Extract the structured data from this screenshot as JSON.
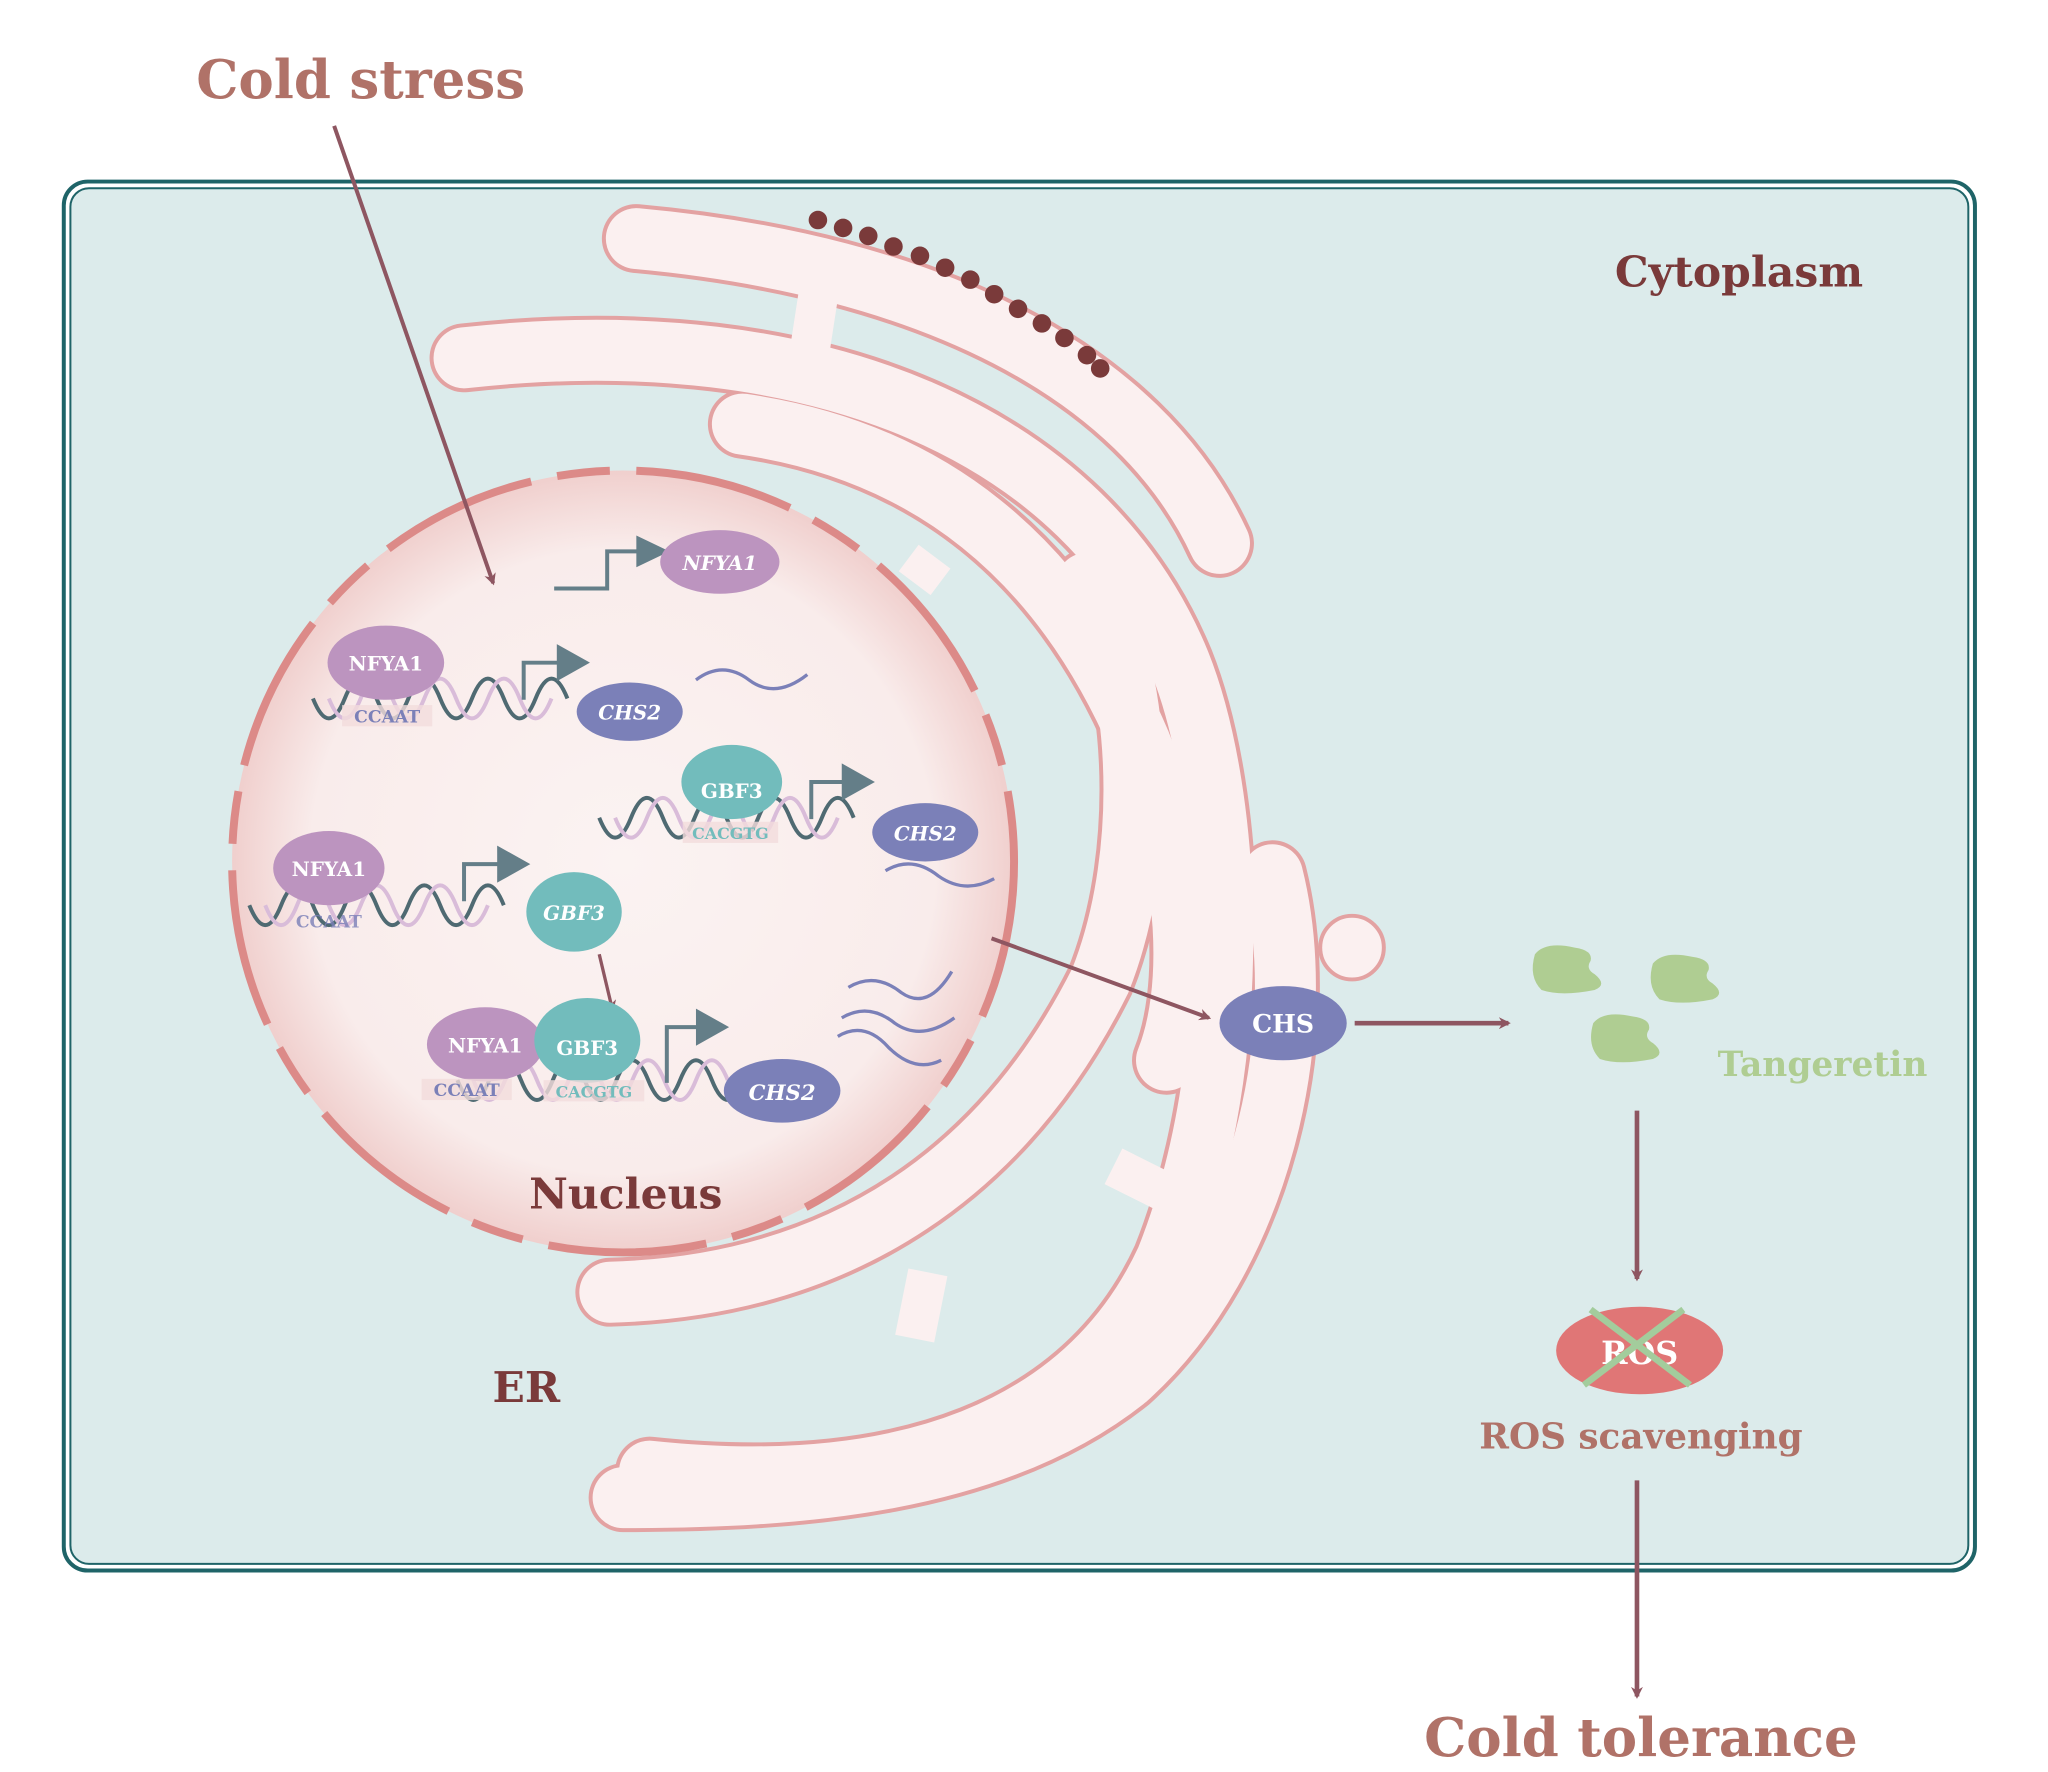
{
  "title_top": "Cold stress",
  "title_bottom": "Cold tolerance",
  "compartments": {
    "cytoplasm": "Cytoplasm",
    "nucleus": "Nucleus",
    "er": "ER"
  },
  "nucleus_events": {
    "gene_nfya1": "NFYA1",
    "row1": {
      "protein": "NFYA1",
      "motif": "CCAAT",
      "target": "CHS2"
    },
    "row2": {
      "protein": "GBF3",
      "motif": "CACGTG",
      "target": "CHS2"
    },
    "row3": {
      "protein": "NFYA1",
      "motif": "CCAAT",
      "target": "GBF3"
    },
    "row4": {
      "protein_a": "NFYA1",
      "protein_b": "GBF3",
      "motif_a": "CCAAT",
      "motif_b": "CACGTG",
      "target": "CHS2"
    }
  },
  "enzyme": "CHS",
  "product": "Tangeretin",
  "ros": {
    "label": "ROS",
    "caption": "ROS scavenging"
  },
  "colors": {
    "arrow": "#8e5661",
    "title": "#b07268",
    "dark_label": "#7a3a3a",
    "cell_bg": "#dcebeb",
    "cell_border": "#1f6468",
    "er_fill": "#fbf0f0",
    "er_stroke": "#e3a2a2",
    "nucleus_rim": "#dc8a88",
    "nfya1": "#bc94bf",
    "gbf3": "#72bcbc",
    "chs": "#7b80b8",
    "tangeretin": "#afcd92",
    "ros": "#e07676",
    "ribosome": "#7a3a3a",
    "promoter": "#647e88"
  }
}
